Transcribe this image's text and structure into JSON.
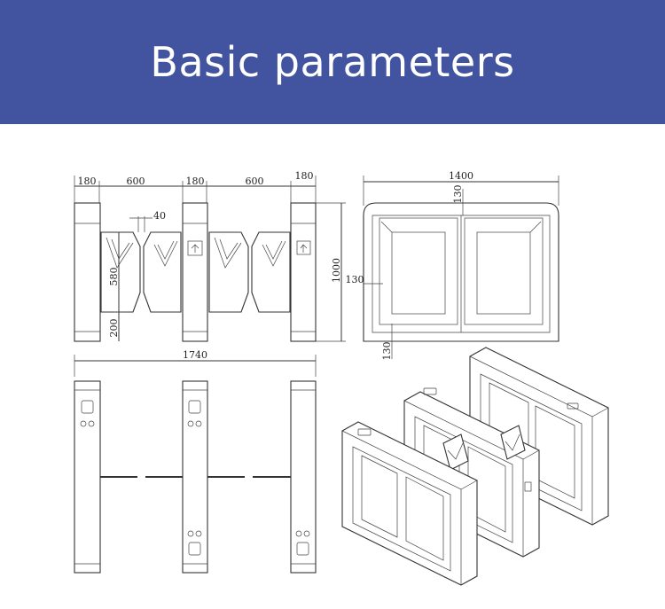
{
  "header": {
    "title": "Basic parameters"
  },
  "colors": {
    "banner": "#4254a0",
    "title_text": "#ffffff",
    "line": "#333333"
  },
  "front_view": {
    "dims": {
      "d1": "180",
      "d2": "600",
      "d3": "180",
      "d4": "600",
      "d5": "180",
      "gap": "40",
      "flap_height": "580",
      "bottom": "200",
      "height": "1000"
    }
  },
  "top_view": {
    "dims": {
      "total_length": "1740"
    }
  },
  "side_view": {
    "dims": {
      "width": "1400",
      "top_frame": "130",
      "side_frame": "130",
      "bottom_frame": "130"
    }
  },
  "iso_view": {}
}
